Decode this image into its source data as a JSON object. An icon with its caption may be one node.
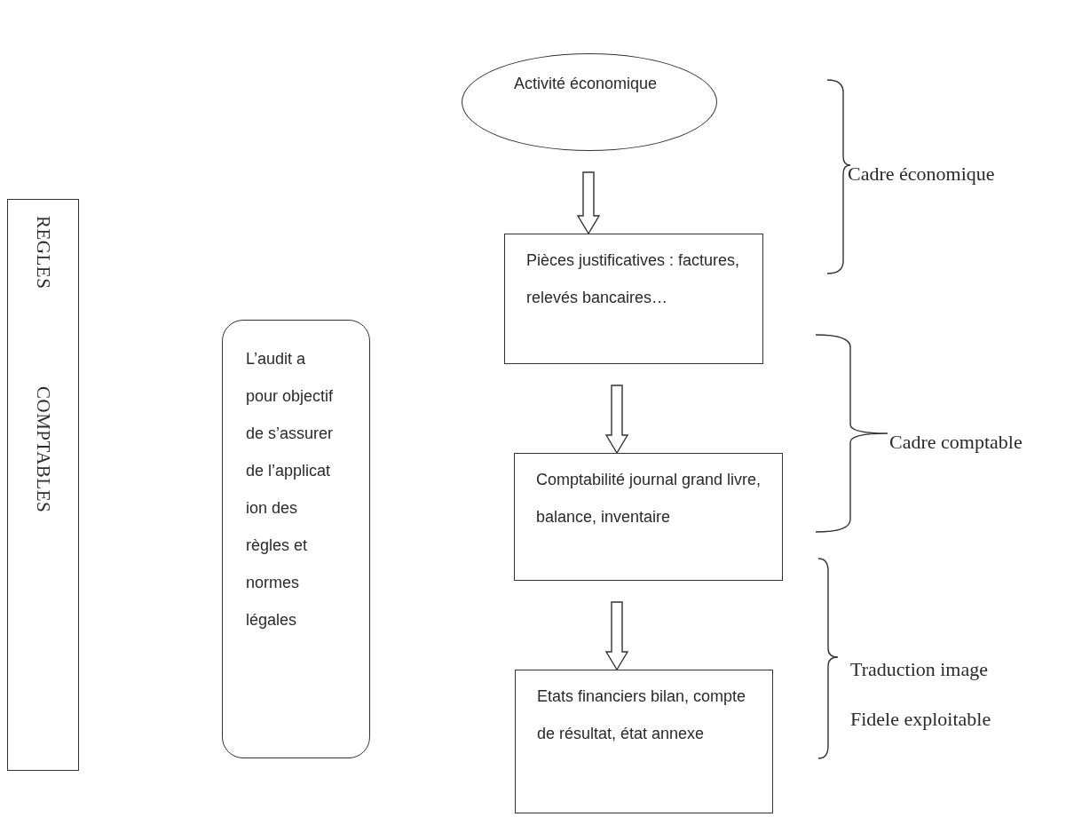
{
  "diagram": {
    "nodes": [
      {
        "text": [
          "Activité économique"
        ]
      },
      {
        "text": [
          "Pièces justificatives : factures, relevés bancaires…"
        ]
      },
      {
        "text": [
          "Comptabilité journal grand livre, balance, inventaire"
        ]
      },
      {
        "text": [
          "Etats financiers bilan, compte de résultat, état annexe"
        ]
      },
      {
        "text": [
          "REGLES",
          "COMPTABLES"
        ]
      },
      {
        "text": [
          "L’audit a pour objectif de s’assurer de l’applicat ion des règles et normes légales"
        ]
      }
    ],
    "edges": [
      {
        "from": 0,
        "to": 1,
        "arrow": "to"
      },
      {
        "from": 1,
        "to": 2,
        "arrow": "to"
      },
      {
        "from": 2,
        "to": 3,
        "arrow": "to"
      }
    ],
    "labels": [
      "Cadre économique",
      "Cadre comptable",
      "Traduction image Fidele exploitable"
    ]
  }
}
